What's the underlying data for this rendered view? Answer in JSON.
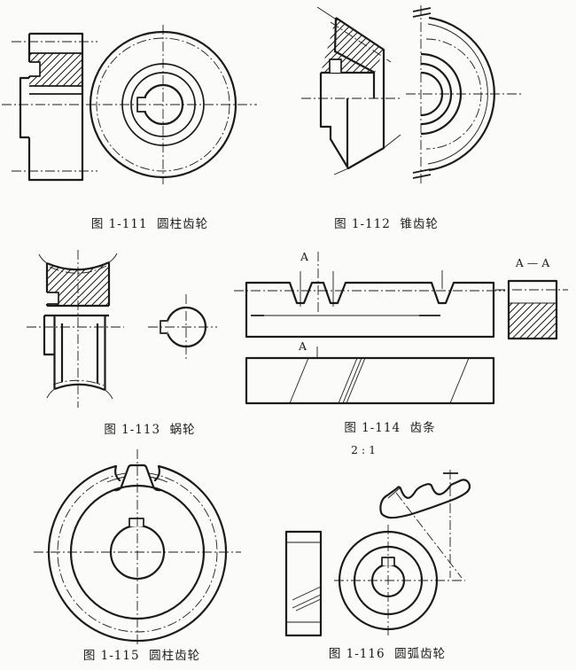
{
  "page": {
    "kind": "scanned technical-drawing page",
    "background": "#fbfbf9",
    "ink": "#1b1b1b"
  },
  "figures": [
    {
      "caption": "图 1-111  圆柱齿轮"
    },
    {
      "caption": "图 1-112  锥齿轮"
    },
    {
      "caption": "图 1-113  蜗轮"
    },
    {
      "caption": "图 1-114  齿条"
    },
    {
      "caption": "图 1-115  圆柱齿轮"
    },
    {
      "caption": "图 1-116  圆弧齿轮"
    }
  ],
  "annotations": {
    "cutting_plane_top": "A",
    "cutting_plane_bottom": "A",
    "section_view_title": "A — A",
    "detail_scale": "2 : 1"
  }
}
